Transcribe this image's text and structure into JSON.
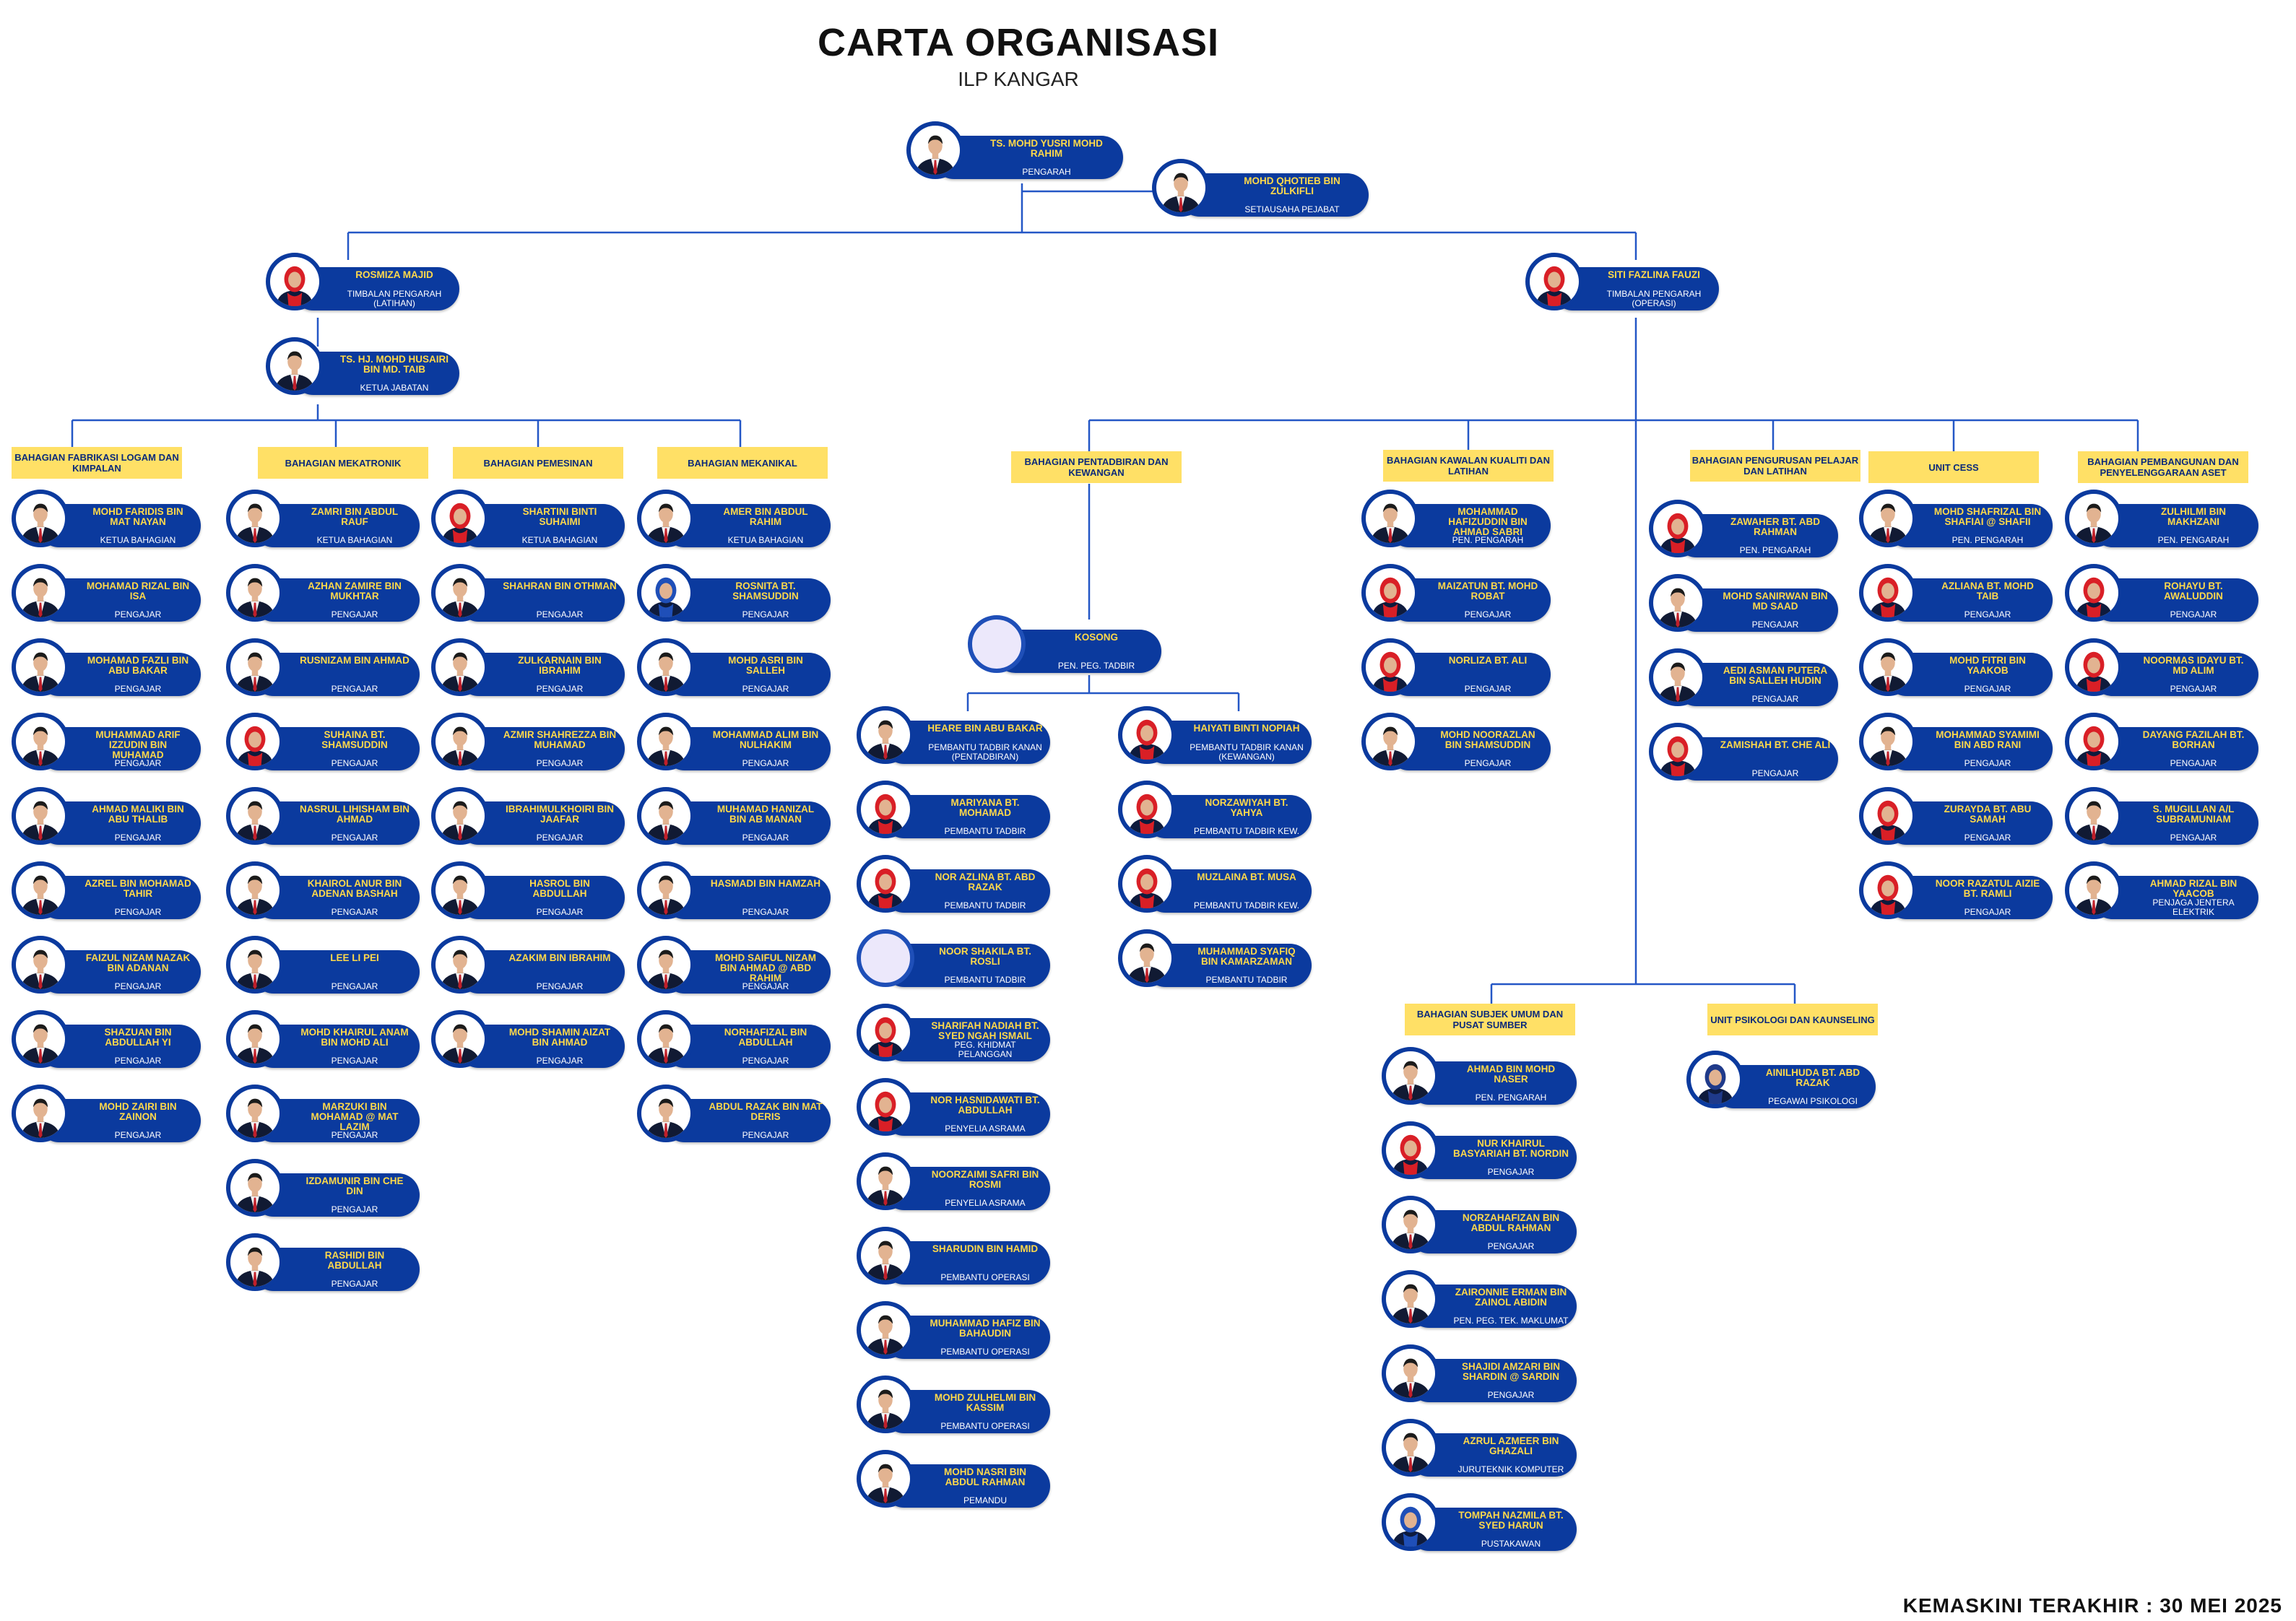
{
  "header": {
    "title": "CARTA ORGANISASI",
    "subtitle": "ILP KANGAR",
    "last_updated": "KEMASKINI TERAKHIR : 30 MEI 2025"
  },
  "colors": {
    "pill": "#0b3a9e",
    "name_text": "#ffd94a",
    "role_text": "#ffffff",
    "dept_label": "#ffe066",
    "connector": "#2457c6"
  },
  "departments": [
    "BAHAGIAN FABRIKASI LOGAM DAN KIMPALAN",
    "BAHAGIAN MEKATRONIK",
    "BAHAGIAN PEMESINAN",
    "BAHAGIAN MEKANIKAL",
    "BAHAGIAN PENTADBIRAN DAN KEWANGAN",
    "BAHAGIAN KAWALAN KUALITI DAN LATIHAN",
    "BAHAGIAN PENGURUSAN PELAJAR DAN LATIHAN",
    "UNIT CESS",
    "BAHAGIAN PEMBANGUNAN DAN PENYELENGGARAAN ASET",
    "BAHAGIAN SUBJEK UMUM DAN PUSAT SUMBER",
    "UNIT PSIKOLOGI DAN KAUNSELING"
  ],
  "people": [
    {
      "name": "TS. MOHD YUSRI MOHD RAHIM",
      "role": "PENGARAH",
      "female": false,
      "tie": "#c0202a"
    },
    {
      "name": "MOHD QHOTIEB BIN ZULKIFLI",
      "role": "SETIAUSAHA PEJABAT",
      "female": false,
      "tie": "#c0202a"
    },
    {
      "name": "ROSMIZA MAJID",
      "role": "TIMBALAN PENGARAH (LATIHAN)",
      "female": true,
      "tie": "#d91f26"
    },
    {
      "name": "SITI FAZLINA FAUZI",
      "role": "TIMBALAN PENGARAH (OPERASI)",
      "female": true,
      "tie": "#d91f26"
    },
    {
      "name": "TS. HJ. MOHD HUSAIRI BIN MD. TAIB",
      "role": "KETUA JABATAN",
      "female": false,
      "tie": "#c0202a"
    },
    {
      "name": "MOHD FARIDIS BIN MAT NAYAN",
      "role": "KETUA BAHAGIAN",
      "female": false,
      "tie": "#c0202a"
    },
    {
      "name": "MOHAMAD RIZAL BIN ISA",
      "role": "PENGAJAR",
      "female": false,
      "tie": "#c0202a"
    },
    {
      "name": "MOHAMAD FAZLI BIN ABU BAKAR",
      "role": "PENGAJAR",
      "female": false,
      "tie": "#c0202a"
    },
    {
      "name": "MUHAMMAD ARIF IZZUDIN BIN MUHAMAD",
      "role": "PENGAJAR",
      "female": false,
      "tie": "#c0202a"
    },
    {
      "name": "AHMAD MALIKI BIN ABU THALIB",
      "role": "PENGAJAR",
      "female": false,
      "tie": "#c0202a"
    },
    {
      "name": "AZREL BIN MOHAMAD TAHIR",
      "role": "PENGAJAR",
      "female": false,
      "tie": "#c0202a"
    },
    {
      "name": "FAIZUL NIZAM NAZAK BIN ADANAN",
      "role": "PENGAJAR",
      "female": false,
      "tie": "#c0202a"
    },
    {
      "name": "SHAZUAN BIN ABDULLAH YI",
      "role": "PENGAJAR",
      "female": false,
      "tie": "#c0202a"
    },
    {
      "name": "MOHD ZAIRI BIN ZAINON",
      "role": "PENGAJAR",
      "female": false,
      "tie": "#c0202a"
    },
    {
      "name": "ZAMRI BIN ABDUL RAUF",
      "role": "KETUA BAHAGIAN",
      "female": false,
      "tie": "#c0202a"
    },
    {
      "name": "AZHAN ZAMIRE BIN MUKHTAR",
      "role": "PENGAJAR",
      "female": false,
      "tie": "#c0202a"
    },
    {
      "name": "RUSNIZAM BIN AHMAD",
      "role": "PENGAJAR",
      "female": false,
      "tie": "#c0202a"
    },
    {
      "name": "SUHAINA BT. SHAMSUDDIN",
      "role": "PENGAJAR",
      "female": true,
      "tie": "#d91f26"
    },
    {
      "name": "NASRUL LIHISHAM BIN AHMAD",
      "role": "PENGAJAR",
      "female": false,
      "tie": "#c0202a"
    },
    {
      "name": "KHAIROL ANUR BIN ADENAN BASHAH",
      "role": "PENGAJAR",
      "female": false,
      "tie": "#c0202a"
    },
    {
      "name": "LEE LI PEI",
      "role": "PENGAJAR",
      "female": false,
      "tie": "#c0202a"
    },
    {
      "name": "MOHD KHAIRUL ANAM BIN MOHD ALI",
      "role": "PENGAJAR",
      "female": false,
      "tie": "#c0202a"
    },
    {
      "name": "MARZUKI BIN MOHAMAD @ MAT LAZIM",
      "role": "PENGAJAR",
      "female": false,
      "tie": "#c0202a"
    },
    {
      "name": "IZDAMUNIR BIN CHE DIN",
      "role": "PENGAJAR",
      "female": false,
      "tie": "#c0202a"
    },
    {
      "name": "RASHIDI BIN ABDULLAH",
      "role": "PENGAJAR",
      "female": false,
      "tie": "#c0202a"
    },
    {
      "name": "SHARTINI BINTI SUHAIMI",
      "role": "KETUA BAHAGIAN",
      "female": true,
      "tie": "#d91f26"
    },
    {
      "name": "SHAHRAN BIN OTHMAN",
      "role": "PENGAJAR",
      "female": false,
      "tie": "#c0202a"
    },
    {
      "name": "ZULKARNAIN BIN IBRAHIM",
      "role": "PENGAJAR",
      "female": false,
      "tie": "#c0202a"
    },
    {
      "name": "AZMIR SHAHREZZA BIN MUHAMAD",
      "role": "PENGAJAR",
      "female": false,
      "tie": "#c0202a"
    },
    {
      "name": "IBRAHIMULKHOIRI BIN JAAFAR",
      "role": "PENGAJAR",
      "female": false,
      "tie": "#c0202a"
    },
    {
      "name": "HASROL BIN ABDULLAH",
      "role": "PENGAJAR",
      "female": false,
      "tie": "#c0202a"
    },
    {
      "name": "AZAKIM BIN IBRAHIM",
      "role": "PENGAJAR",
      "female": false,
      "tie": "#c0202a"
    },
    {
      "name": "MOHD SHAMIN AIZAT BIN AHMAD",
      "role": "PENGAJAR",
      "female": false,
      "tie": "#c0202a"
    },
    {
      "name": "AMER BIN ABDUL RAHIM",
      "role": "KETUA BAHAGIAN",
      "female": false,
      "tie": "#c0202a"
    },
    {
      "name": "ROSNITA BT. SHAMSUDDIN",
      "role": "PENGAJAR",
      "female": true,
      "tie": "#1f4fb8"
    },
    {
      "name": "MOHD ASRI BIN SALLEH",
      "role": "PENGAJAR",
      "female": false,
      "tie": "#c0202a"
    },
    {
      "name": "MOHAMMAD ALIM BIN NULHAKIM",
      "role": "PENGAJAR",
      "female": false,
      "tie": "#c0202a"
    },
    {
      "name": "MUHAMAD HANIZAL BIN AB MANAN",
      "role": "PENGAJAR",
      "female": false,
      "tie": "#c0202a"
    },
    {
      "name": "HASMADI BIN HAMZAH",
      "role": "PENGAJAR",
      "female": false,
      "tie": "#c0202a"
    },
    {
      "name": "MOHD SAIFUL NIZAM BIN AHMAD @ ABD RAHIM",
      "role": "PENGAJAR",
      "female": false,
      "tie": "#c0202a"
    },
    {
      "name": "NORHAFIZAL BIN ABDULLAH",
      "role": "PENGAJAR",
      "female": false,
      "tie": "#c0202a"
    },
    {
      "name": "ABDUL RAZAK BIN MAT DERIS",
      "role": "PENGAJAR",
      "female": false,
      "tie": "#c0202a"
    },
    {
      "name": "KOSONG",
      "role": "PEN. PEG. TADBIR",
      "empty": true
    },
    {
      "name": "HEARE BIN ABU BAKAR",
      "role": "PEMBANTU TADBIR KANAN (PENTADBIRAN)",
      "female": false,
      "tie": "#c0202a"
    },
    {
      "name": "MARIYANA BT. MOHAMAD",
      "role": "PEMBANTU TADBIR",
      "female": true,
      "tie": "#d91f26"
    },
    {
      "name": "NOR AZLINA BT. ABD RAZAK",
      "role": "PEMBANTU TADBIR",
      "female": true,
      "tie": "#d91f26"
    },
    {
      "name": "NOOR SHAKILA BT. ROSLI",
      "role": "PEMBANTU TADBIR",
      "empty": true
    },
    {
      "name": "SHARIFAH NADIAH BT. SYED NGAH ISMAIL",
      "role": "PEG. KHIDMAT PELANGGAN",
      "female": true,
      "tie": "#d91f26"
    },
    {
      "name": "NOR HASNIDAWATI BT. ABDULLAH",
      "role": "PENYELIA ASRAMA",
      "female": true,
      "tie": "#d91f26"
    },
    {
      "name": "NOORZAIMI SAFRI BIN ROSMI",
      "role": "PENYELIA ASRAMA",
      "female": false,
      "tie": "#c0202a"
    },
    {
      "name": "SHARUDIN BIN HAMID",
      "role": "PEMBANTU OPERASI",
      "female": false,
      "tie": "#c0202a"
    },
    {
      "name": "MUHAMMAD HAFIZ BIN BAHAUDIN",
      "role": "PEMBANTU OPERASI",
      "female": false,
      "tie": "#c0202a"
    },
    {
      "name": "MOHD ZULHELMI BIN KASSIM",
      "role": "PEMBANTU OPERASI",
      "female": false,
      "tie": "#c0202a"
    },
    {
      "name": "MOHD NASRI BIN ABDUL RAHMAN",
      "role": "PEMANDU",
      "female": false,
      "tie": "#c0202a"
    },
    {
      "name": "HAIYATI BINTI NOPIAH",
      "role": "PEMBANTU TADBIR KANAN (KEWANGAN)",
      "female": true,
      "tie": "#d91f26"
    },
    {
      "name": "NORZAWIYAH BT. YAHYA",
      "role": "PEMBANTU TADBIR KEW.",
      "female": true,
      "tie": "#d91f26"
    },
    {
      "name": "MUZLAINA BT. MUSA",
      "role": "PEMBANTU TADBIR KEW.",
      "female": true,
      "tie": "#d91f26"
    },
    {
      "name": "MUHAMMAD SYAFIQ BIN KAMARZAMAN",
      "role": "PEMBANTU TADBIR",
      "female": false,
      "tie": "#c0202a"
    },
    {
      "name": "MOHAMMAD HAFIZUDDIN BIN AHMAD SABRI",
      "role": "PEN. PENGARAH",
      "female": false,
      "tie": "#c0202a"
    },
    {
      "name": "MAIZATUN BT. MOHD ROBAT",
      "role": "PENGAJAR",
      "female": true,
      "tie": "#d91f26"
    },
    {
      "name": "NORLIZA BT. ALI",
      "role": "PENGAJAR",
      "female": true,
      "tie": "#d91f26"
    },
    {
      "name": "MOHD NOORAZLAN BIN SHAMSUDDIN",
      "role": "PENGAJAR",
      "female": false,
      "tie": "#c0202a"
    },
    {
      "name": "ZAWAHER BT. ABD RAHMAN",
      "role": "PEN. PENGARAH",
      "female": true,
      "tie": "#d91f26"
    },
    {
      "name": "MOHD SANIRWAN BIN MD SAAD",
      "role": "PENGAJAR",
      "female": false,
      "tie": "#c0202a"
    },
    {
      "name": "AEDI ASMAN PUTERA BIN SALLEH HUDIN",
      "role": "PENGAJAR",
      "female": false,
      "tie": "#c0202a"
    },
    {
      "name": "ZAMISHAH BT. CHE ALI",
      "role": "PENGAJAR",
      "female": true,
      "tie": "#d91f26"
    },
    {
      "name": "MOHD SHAFRIZAL BIN SHAFIAI @ SHAFII",
      "role": "PEN. PENGARAH",
      "female": false,
      "tie": "#c0202a"
    },
    {
      "name": "AZLIANA BT. MOHD TAIB",
      "role": "PENGAJAR",
      "female": true,
      "tie": "#d91f26"
    },
    {
      "name": "MOHD FITRI BIN YAAKOB",
      "role": "PENGAJAR",
      "female": false,
      "tie": "#c0202a"
    },
    {
      "name": "MOHAMMAD SYAMIMI BIN ABD RANI",
      "role": "PENGAJAR",
      "female": false,
      "tie": "#c0202a"
    },
    {
      "name": "ZURAYDA BT. ABU SAMAH",
      "role": "PENGAJAR",
      "female": true,
      "tie": "#d91f26"
    },
    {
      "name": "NOOR RAZATUL AIZIE BT. RAMLI",
      "role": "PENGAJAR",
      "female": true,
      "tie": "#d91f26"
    },
    {
      "name": "ZULHILMI BIN MAKHZANI",
      "role": "PEN. PENGARAH",
      "female": false,
      "tie": "#c0202a"
    },
    {
      "name": "ROHAYU BT. AWALUDDIN",
      "role": "PENGAJAR",
      "female": true,
      "tie": "#d91f26"
    },
    {
      "name": "NOORMAS IDAYU BT. MD ALIM",
      "role": "PENGAJAR",
      "female": true,
      "tie": "#d91f26"
    },
    {
      "name": "DAYANG FAZILAH BT. BORHAN",
      "role": "PENGAJAR",
      "female": true,
      "tie": "#d91f26"
    },
    {
      "name": "S. MUGILLAN A/L SUBRAMUNIAM",
      "role": "PENGAJAR",
      "female": false,
      "tie": "#c0202a"
    },
    {
      "name": "AHMAD RIZAL BIN YAACOB",
      "role": "PENJAGA JENTERA ELEKTRIK",
      "female": false,
      "tie": "#c0202a"
    },
    {
      "name": "AHMAD BIN MOHD NASER",
      "role": "PEN. PENGARAH",
      "female": false,
      "tie": "#c0202a"
    },
    {
      "name": "NUR KHAIRUL BASYARIAH BT. NORDIN",
      "role": "PENGAJAR",
      "female": true,
      "tie": "#d91f26"
    },
    {
      "name": "NORZAHAFIZAN BIN ABDUL RAHMAN",
      "role": "PENGAJAR",
      "female": false,
      "tie": "#c0202a"
    },
    {
      "name": "ZAIRONNIE ERMAN BIN ZAINOL ABIDIN",
      "role": "PEN. PEG. TEK. MAKLUMAT",
      "female": false,
      "tie": "#c0202a"
    },
    {
      "name": "SHAJIDI AMZARI BIN SHARDIN @ SARDIN",
      "role": "PENGAJAR",
      "female": false,
      "tie": "#c0202a"
    },
    {
      "name": "AZRUL AZMEER BIN GHAZALI",
      "role": "JURUTEKNIK KOMPUTER",
      "female": false,
      "tie": "#c0202a"
    },
    {
      "name": "TOMPAH NAZMILA BT. SYED HARUN",
      "role": "PUSTAKAWAN",
      "female": true,
      "tie": "#1f4fb8"
    },
    {
      "name": "AINILHUDA BT. ABD RAZAK",
      "role": "PEGAWAI PSIKOLOGI",
      "female": true,
      "tie": "#1f3a8a"
    }
  ]
}
